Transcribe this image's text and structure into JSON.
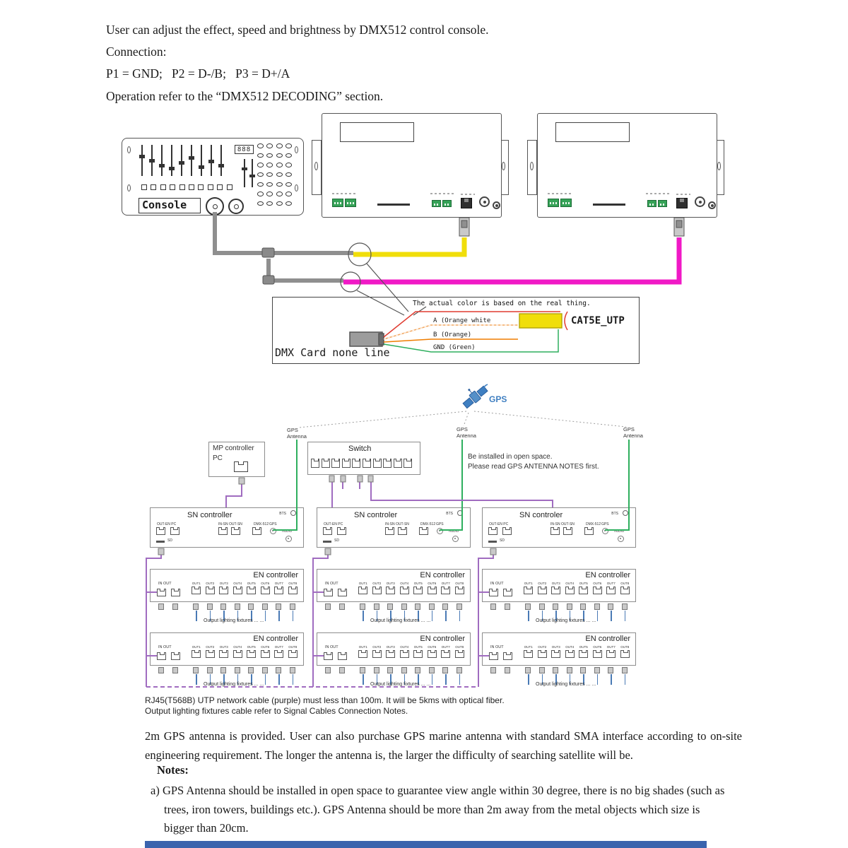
{
  "intro": {
    "line1": "User can adjust the effect, speed and brightness by DMX512 control console.",
    "line2": "Connection:",
    "line3": "P1 = GND;   P2 = D-/B;   P3 = D+/A",
    "line4": "Operation refer to the “DMX512 DECODING” section."
  },
  "console": {
    "label": "Console",
    "display": "888"
  },
  "cable_detail": {
    "note": "The actual color is based on the real thing.",
    "wire_a": "A (Orange white",
    "wire_b": "B (Orange)",
    "wire_gnd": "GND (Green)",
    "cable_label": "CAT5E_UTP",
    "card_label": "DMX Card none line"
  },
  "gps": {
    "label": "GPS",
    "antenna_line1": "GPS",
    "antenna_line2": "Antenna",
    "note_line1": "Be installed in open space.",
    "note_line2": "Please read GPS ANTENNA NOTES first.",
    "mp": {
      "title": "MP controller",
      "subtitle": "PC"
    },
    "switch_label": "Switch",
    "sn_titles": [
      "SN controller",
      "SN controler",
      "SN controler"
    ],
    "sn": {
      "ports_left": "OUT-EN  PC",
      "sd": "SD",
      "ports_mid": "IN-SN OUT-SN",
      "dmx": "DMX-512",
      "gps_port": "GPS",
      "audio": "AUDIO",
      "bts": "BTS"
    },
    "en": {
      "title": "EN controller",
      "in_out": "IN   OUT",
      "outs": [
        "OUT1",
        "OUT2",
        "OUT3",
        "OUT4",
        "OUT5",
        "OUT6",
        "OUT7",
        "OUT8"
      ],
      "fixtures": "Output lighting fixtures ... ..."
    }
  },
  "footer": {
    "cable_note1": "RJ45(T568B) UTP network cable (purple) must less than 100m. It will be 5kms with optical fiber.",
    "cable_note2": "Output lighting fixtures cable refer to Signal Cables Connection Notes.",
    "paragraph": "2m GPS antenna is provided. User can also purchase GPS marine antenna with standard SMA interface according to on-site engineering requirement. The longer the antenna is, the larger the difficulty of searching satellite will be.",
    "notes_title": "Notes:",
    "note_a": "a) GPS Antenna should be installed in open space to guarantee view angle within 30 degree, there is no big shades (such as trees, iron towers, buildings etc.). GPS Antenna should be more than 2m away from the metal objects which size is bigger than 20cm."
  },
  "colors": {
    "purple": "#a06cc0",
    "green": "#2eaf5e",
    "yellow": "#f0de0a",
    "magenta": "#f019c6",
    "blue_accent": "#3f7fc1"
  }
}
